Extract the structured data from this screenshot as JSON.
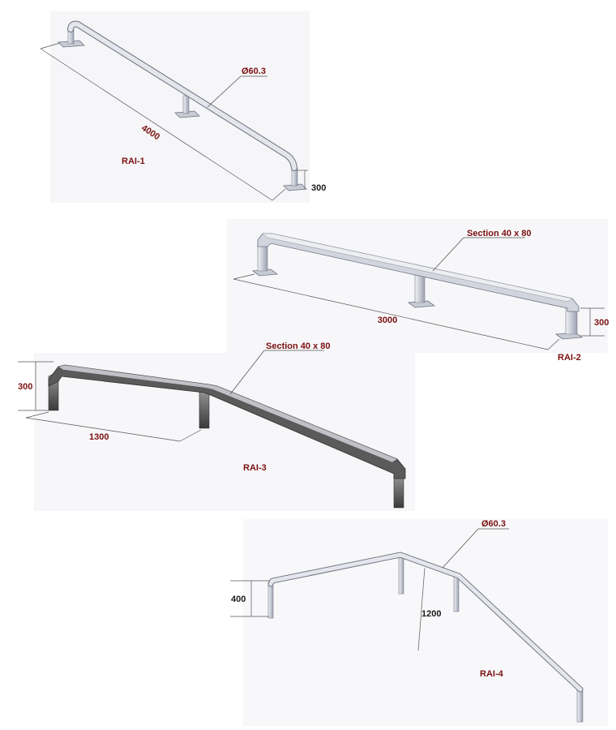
{
  "railings": [
    {
      "id": "RAI-1",
      "length": "4000",
      "height": "300",
      "section": "Ø60.3"
    },
    {
      "id": "RAI-2",
      "length": "3000",
      "height": "300",
      "section": "Section 40 x 80"
    },
    {
      "id": "RAI-3",
      "length": "1300",
      "height": "300",
      "section": "Section 40 x 80"
    },
    {
      "id": "RAI-4",
      "height": "400",
      "height2": "1200",
      "section": "Ø60.3"
    }
  ],
  "colors": {
    "label": "#7a1010",
    "tube_light": "#e6e8ee",
    "tube_dark": "#4a4a4a",
    "panel": "#f5f5f7"
  }
}
